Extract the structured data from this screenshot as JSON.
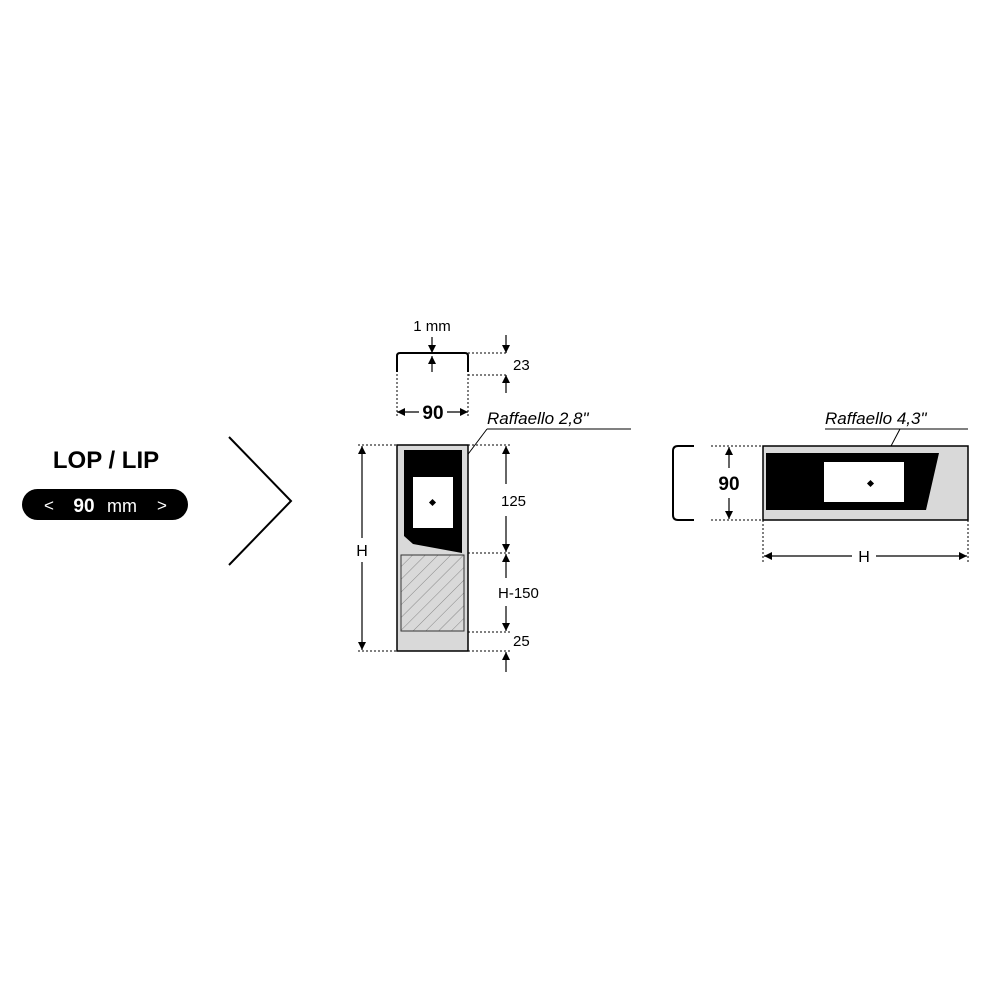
{
  "title": "LOP / LIP",
  "badge": {
    "left": "<",
    "value": "90",
    "unit": "mm",
    "right": ">"
  },
  "vertical_view": {
    "thickness_label": "1 mm",
    "depth_label": "23",
    "width_label": "90",
    "display_label": "Raffaello 2,8\"",
    "height_label": "H",
    "top_section_label": "125",
    "middle_section_label": "H-150",
    "bottom_section_label": "25"
  },
  "horizontal_view": {
    "display_label": "Raffaello 4,3\"",
    "width_label": "90",
    "length_label": "H"
  },
  "colors": {
    "panel": "#d9d9d9",
    "display": "#000000",
    "screen": "#ffffff",
    "line": "#000000"
  }
}
